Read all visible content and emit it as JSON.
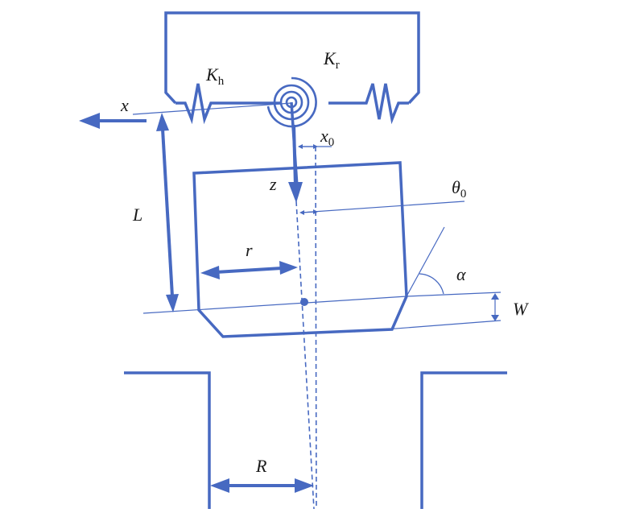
{
  "labels": {
    "kh": {
      "main": "K",
      "sub": "h"
    },
    "kr": {
      "main": "K",
      "sub": "r"
    },
    "x": "x",
    "x0": {
      "main": "x",
      "sub": "0"
    },
    "z": "z",
    "theta0": {
      "main": "θ",
      "sub": "0"
    },
    "L": "L",
    "r": "r",
    "alpha": "α",
    "W": "W",
    "R": "R"
  },
  "colors": {
    "stroke": "#4769c1",
    "text": "#1a1a1a"
  }
}
